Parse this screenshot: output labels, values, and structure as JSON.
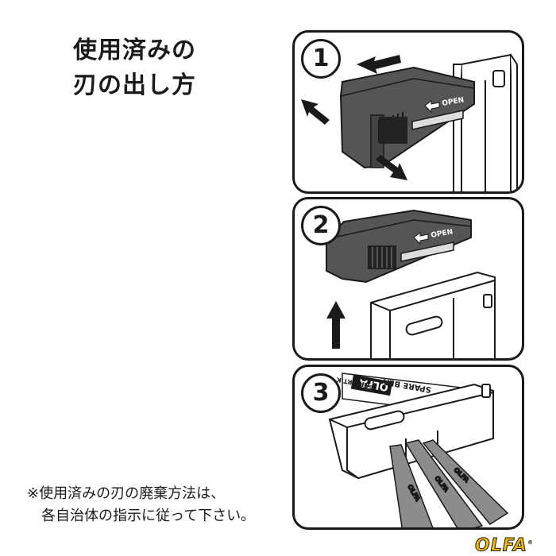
{
  "title": {
    "line1": "使用済みの",
    "line2": "刃の出し方"
  },
  "steps": [
    {
      "number": "1",
      "open_label": "OPEN"
    },
    {
      "number": "2",
      "open_label": "OPEN"
    },
    {
      "number": "3"
    }
  ],
  "package": {
    "brand": "OLFA",
    "spare_text": "SPARE BLA",
    "for_text": "FOR ART K"
  },
  "blades": {
    "label": "OLFA"
  },
  "note": {
    "line1": "※使用済みの刃の廃棄方法は、",
    "line2": "各自治体の指示に従って下さい。"
  },
  "logo": {
    "text": "OLFA",
    "registered": "®",
    "color": "#f2b705"
  },
  "colors": {
    "case": "#555555",
    "line": "#1a1a1a",
    "blade": "#8c8c8c"
  }
}
